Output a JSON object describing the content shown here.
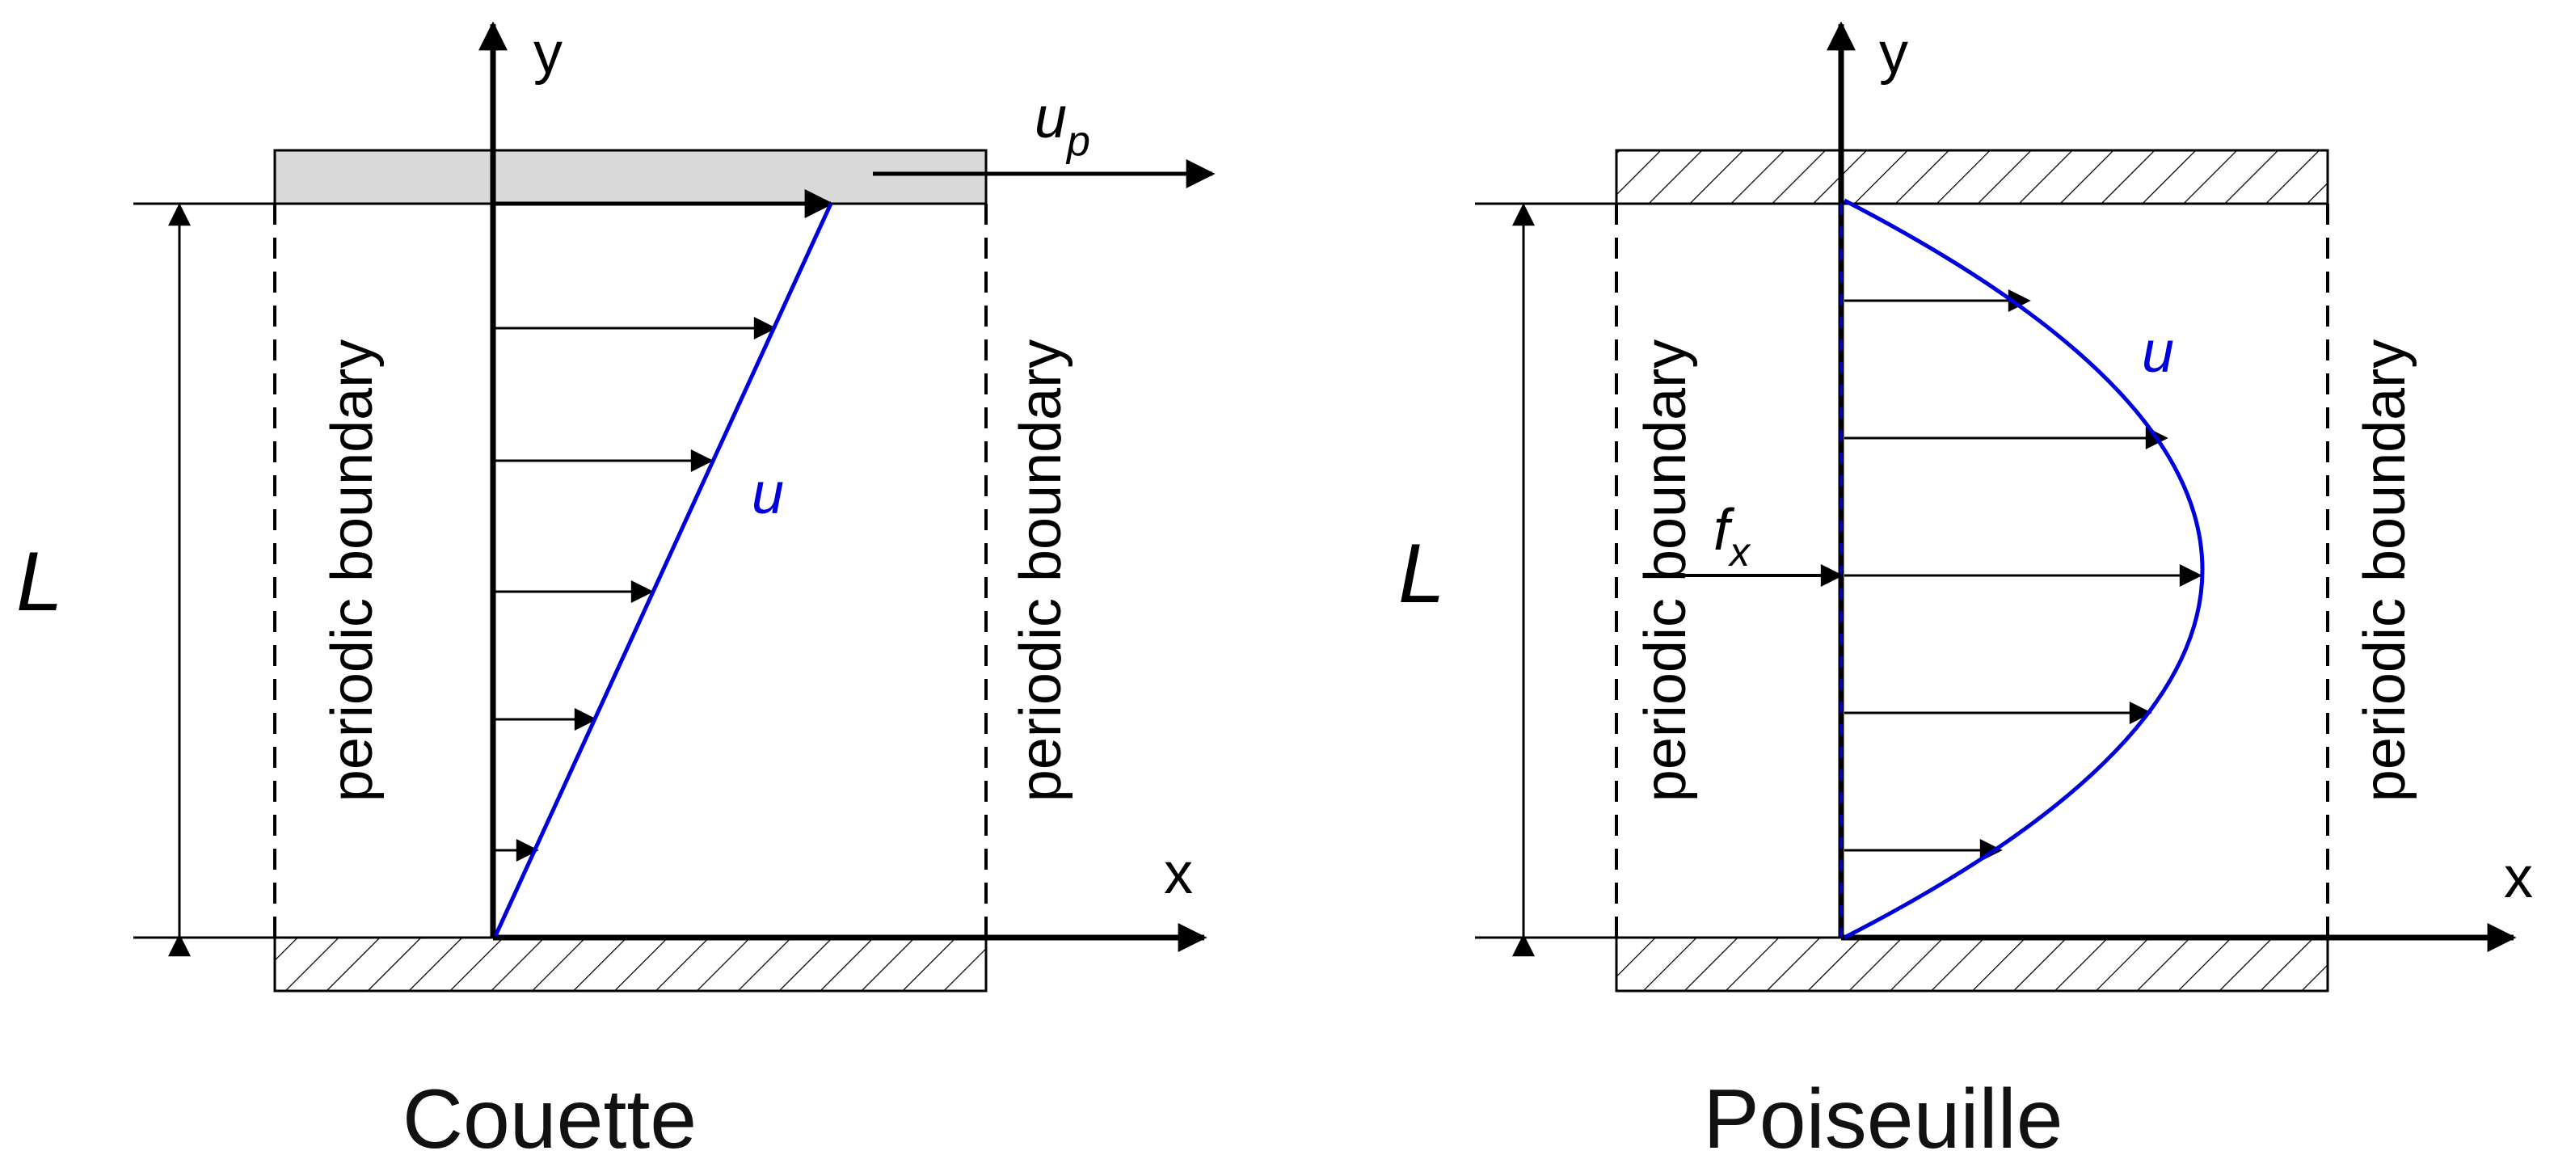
{
  "couette": {
    "title": "Couette",
    "plate_velocity_label": "u",
    "plate_velocity_subscript": "p",
    "velocity_label": "u",
    "height_label": "L",
    "left_boundary_label": "periodic boundary",
    "right_boundary_label": "periodic boundary",
    "x_axis_label": "x",
    "y_axis_label": "y"
  },
  "poiseuille": {
    "title": "Poiseuille",
    "force_label": "f",
    "force_subscript": "x",
    "velocity_label": "u",
    "height_label": "L",
    "left_boundary_label": "periodic boundary",
    "right_boundary_label": "periodic boundary",
    "x_axis_label": "x",
    "y_axis_label": "y"
  },
  "colors": {
    "profile": "#0000dd",
    "moving_plate": "#d9d9d9",
    "lines": "#000000"
  }
}
